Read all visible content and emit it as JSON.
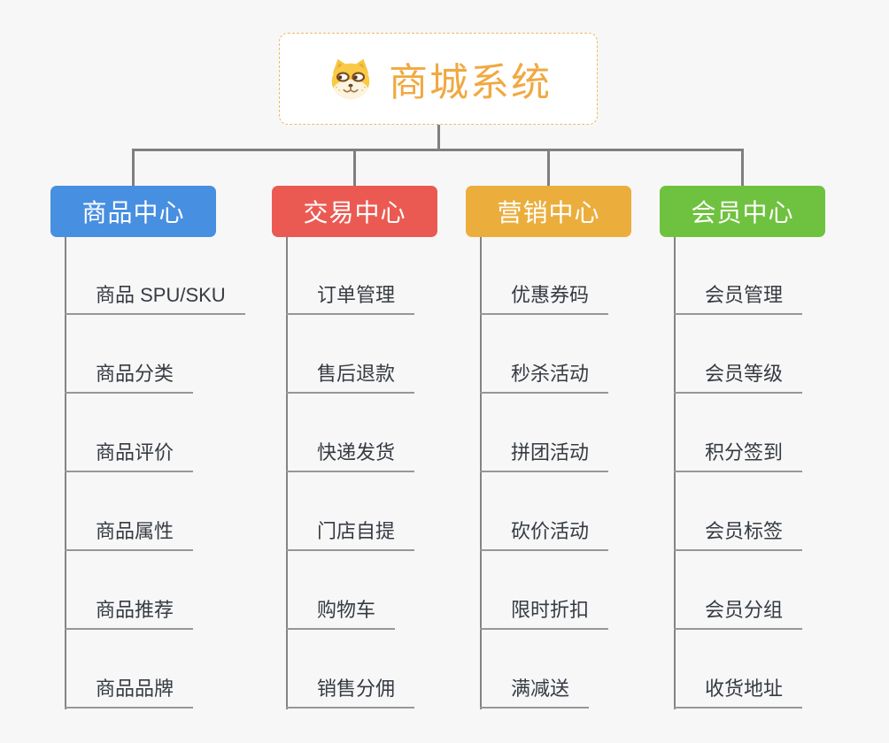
{
  "root": {
    "title": "商城系统",
    "icon": "dog-face-icon"
  },
  "colors": {
    "background": "#f7f7f7",
    "connector": "#7f7f7f",
    "root_border": "#efb965",
    "root_title": "#f0a941",
    "branch_text": "#ffffff",
    "leaf_text": "#363b42",
    "leaf_underline": "#979797",
    "branch_blue": "#478FE1",
    "branch_red": "#EB5A52",
    "branch_orange": "#EBAE3D",
    "branch_green": "#6FC23F"
  },
  "branches": [
    {
      "label": "商品中心",
      "color": "#478FE1",
      "items": [
        "商品 SPU/SKU",
        "商品分类",
        "商品评价",
        "商品属性",
        "商品推荐",
        "商品品牌"
      ]
    },
    {
      "label": "交易中心",
      "color": "#EB5A52",
      "items": [
        "订单管理",
        "售后退款",
        "快递发货",
        "门店自提",
        "购物车",
        "销售分佣"
      ]
    },
    {
      "label": "营销中心",
      "color": "#EBAE3D",
      "items": [
        "优惠券码",
        "秒杀活动",
        "拼团活动",
        "砍价活动",
        "限时折扣",
        "满减送"
      ]
    },
    {
      "label": "会员中心",
      "color": "#6FC23F",
      "items": [
        "会员管理",
        "会员等级",
        "积分签到",
        "会员标签",
        "会员分组",
        "收货地址"
      ]
    }
  ]
}
